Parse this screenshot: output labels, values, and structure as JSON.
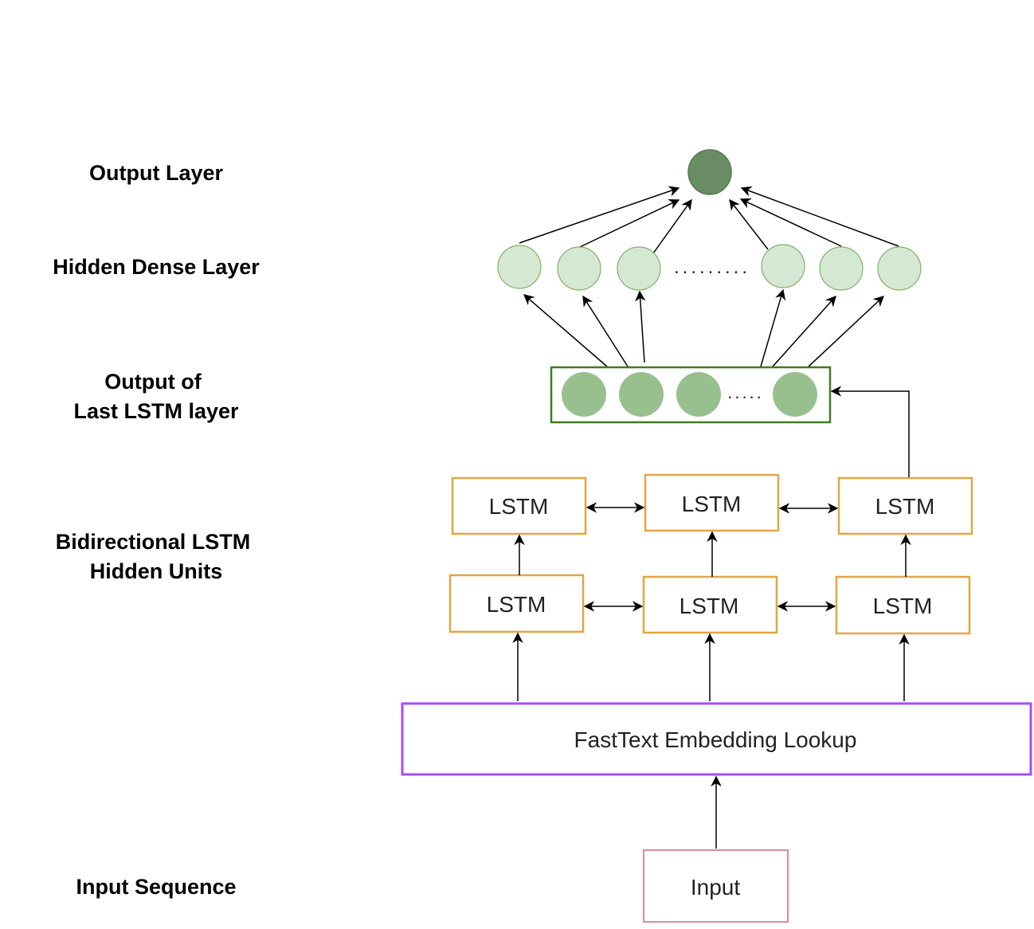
{
  "side_labels": {
    "output_layer": "Output Layer",
    "hidden_dense": "Hidden Dense Layer",
    "last_lstm_line1": "Output of",
    "last_lstm_line2": "Last LSTM layer",
    "bilstm_line1": "Bidirectional LSTM",
    "bilstm_line2": "Hidden Units",
    "input_sequence": "Input Sequence"
  },
  "nodes": {
    "lstm_label": "LSTM",
    "embedding_label": "FastText Embedding Lookup",
    "input_label": "Input",
    "hidden_ellipsis": ".........",
    "lstm_output_ellipsis": "....."
  },
  "colors": {
    "output_node": "#6a8c64",
    "hidden_node_fill": "#d5e8d4",
    "hidden_node_stroke": "#82b366",
    "lstm_output_fill": "#97c08e",
    "lstm_output_border": "#3f7d20",
    "lstm_border": "#e3a542",
    "embedding_border": "#a64dff",
    "input_border": "#dc8a9c"
  }
}
